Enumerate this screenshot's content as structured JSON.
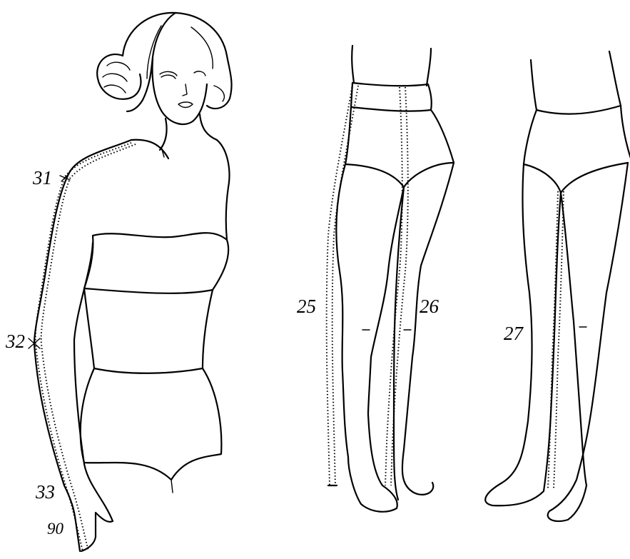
{
  "labels": {
    "l31": "31",
    "l32": "32",
    "l33": "33",
    "l90": "90",
    "l25": "25",
    "l26": "26",
    "l27": "27"
  }
}
